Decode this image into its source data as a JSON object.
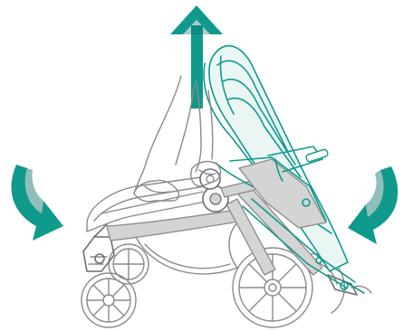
{
  "colors": {
    "accent": "#0f9a8c",
    "accent_dark": "#0b6e66",
    "accent_light": "#9fd8cf",
    "line": "#8a8a8a",
    "line_dark": "#6f6f6f",
    "fill_grey": "#d4d4d4",
    "background": "#ffffff"
  },
  "icons": {
    "lift_arrow": "arrow-up-icon",
    "left_arrow": "curved-arrow-down-right-icon",
    "right_arrow": "curved-arrow-down-left-icon"
  },
  "illustration": {
    "subject": "stroller-fold-instruction",
    "steps": [
      "lift-seat",
      "fold-frame"
    ]
  }
}
